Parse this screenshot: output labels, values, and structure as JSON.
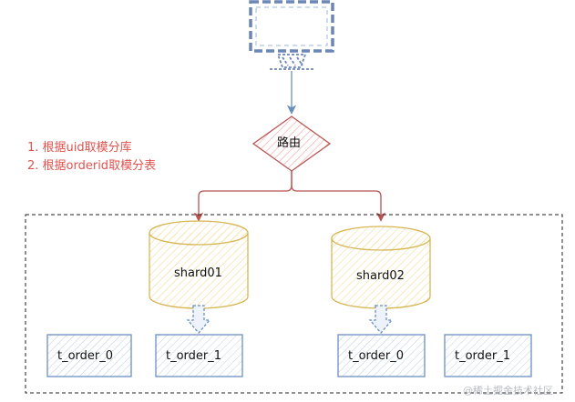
{
  "notes": {
    "line1": "1. 根据uid取模分库",
    "line2": "2. 根据orderid取模分表"
  },
  "router": {
    "label": "路由"
  },
  "shards": [
    {
      "label": "shard01",
      "tables": [
        "t_order_0",
        "t_order_1"
      ]
    },
    {
      "label": "shard02",
      "tables": [
        "t_order_0",
        "t_order_1"
      ]
    }
  ],
  "watermark": "@稀土掘金技术社区",
  "colors": {
    "client": "#6b86b8",
    "router_border": "#b85450",
    "router_fill": "#f8cecc",
    "db_border": "#d6b656",
    "db_fill": "#fff2cc",
    "table_border": "#6c8ebf",
    "table_fill": "#dae8fc",
    "flow_arrow": "#b85450",
    "client_arrow": "#6c8ebf",
    "note_text": "#e0534f"
  }
}
